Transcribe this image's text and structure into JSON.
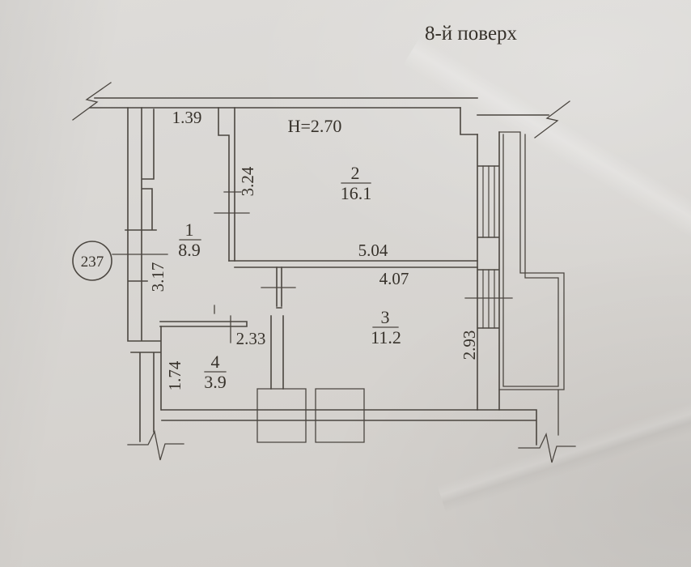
{
  "title": "8-й поверх",
  "plan": {
    "apartment_number": "237",
    "ceiling_height_label": "H=2.70",
    "rooms": [
      {
        "number": "1",
        "area": "8.9"
      },
      {
        "number": "2",
        "area": "16.1"
      },
      {
        "number": "3",
        "area": "11.2"
      },
      {
        "number": "4",
        "area": "3.9"
      }
    ],
    "dimensions": {
      "entry_top_width": "1.39",
      "room2_height": "3.24",
      "room2_width": "5.04",
      "room3_width": "4.07",
      "room4_width": "2.33",
      "room1_height": "3.17",
      "room4_height": "1.74",
      "room3_height": "2.93"
    }
  },
  "colors": {
    "paper": "#d9d7d4",
    "line": "#4b4640",
    "text": "#37322b"
  }
}
